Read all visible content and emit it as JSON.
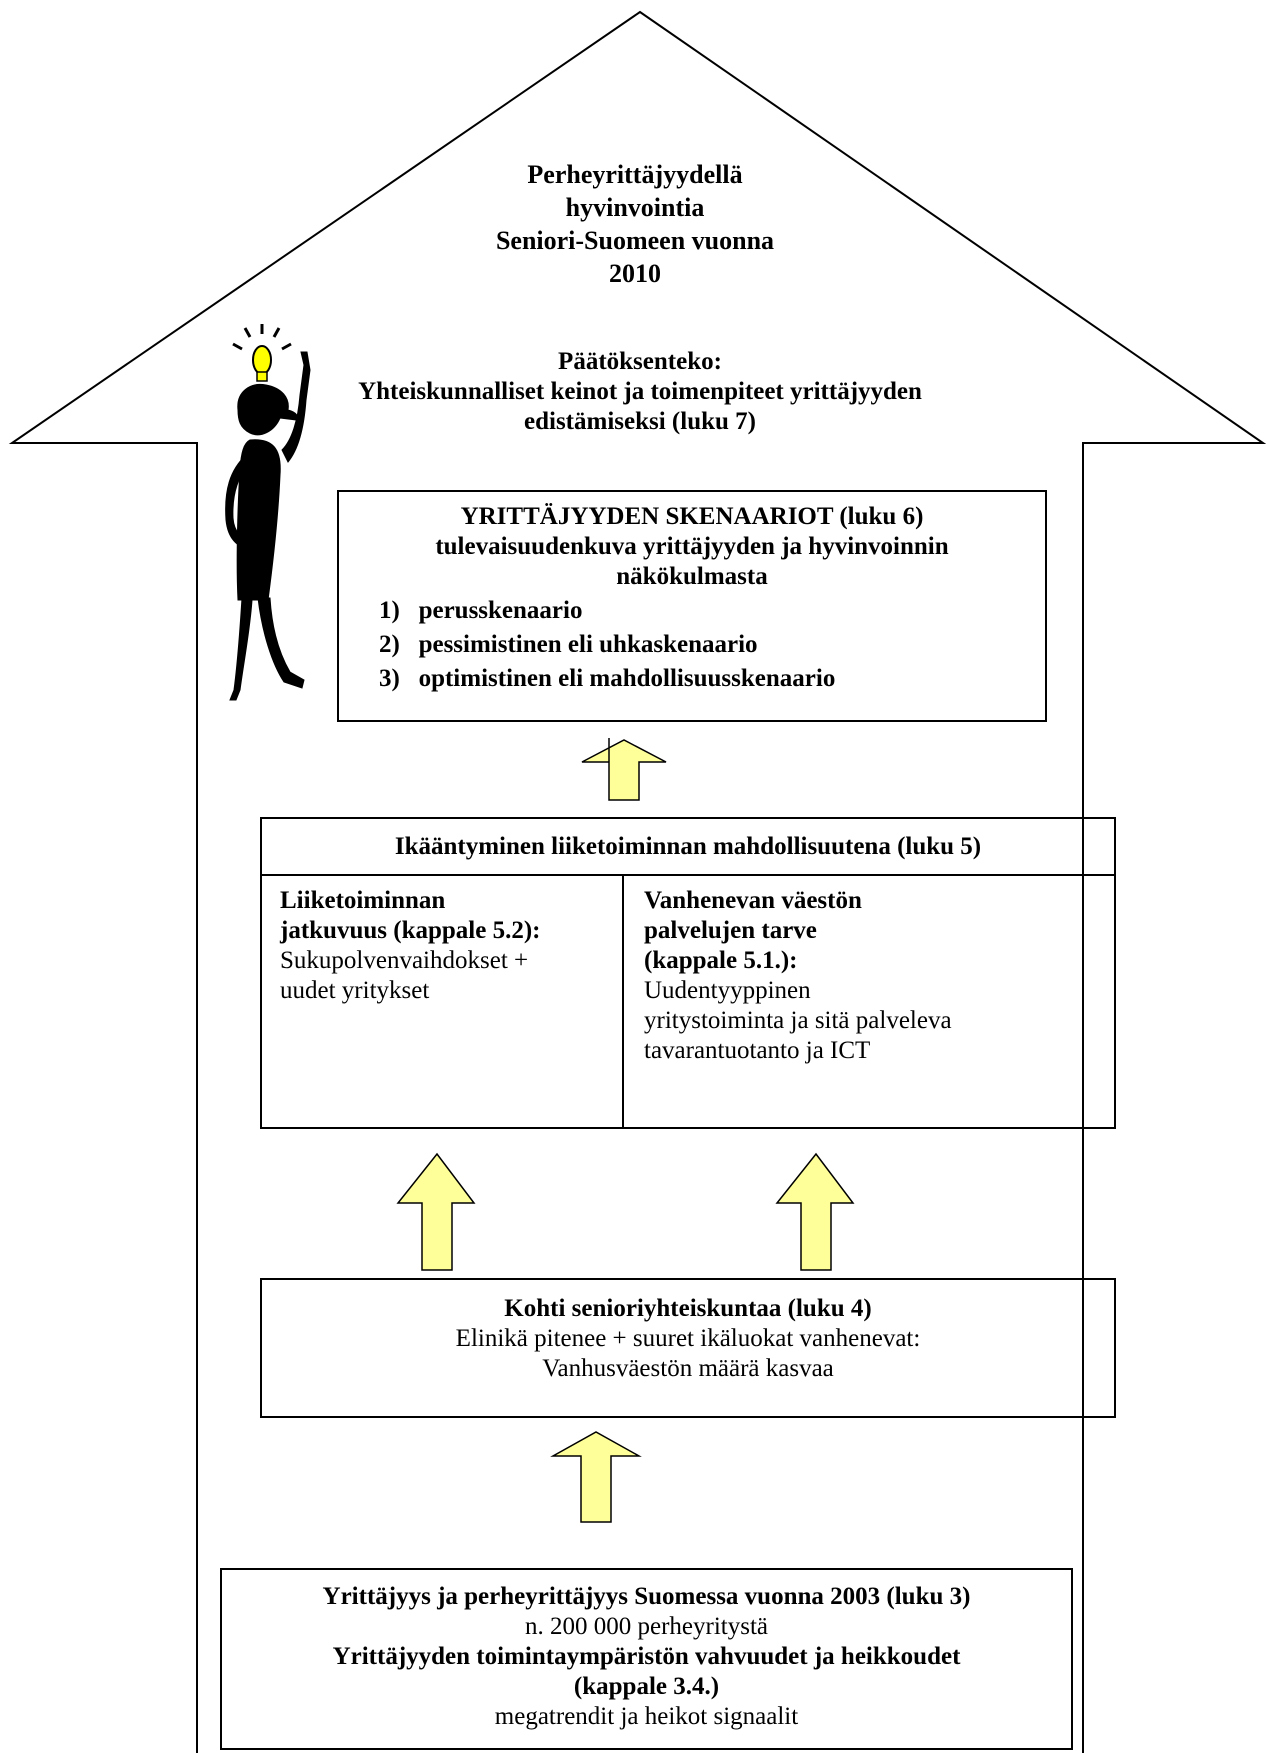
{
  "title": {
    "line1": "Perheyrittäjyydellä",
    "line2": "hyvinvointia",
    "line3": "Seniori-Suomeen vuonna",
    "line4": "2010"
  },
  "decision": {
    "line1": "Päätöksenteko:",
    "line2": "Yhteiskunnalliset keinot ja toimenpiteet yrittäjyyden",
    "line3": "edistämiseksi (luku 7)"
  },
  "scenarios": {
    "title": "YRITTÄJYYDEN SKENAARIOT (luku 6)",
    "subtitle1": "tulevaisuudenkuva yrittäjyyden ja hyvinvoinnin",
    "subtitle2": "näkökulmasta",
    "items": [
      "1)   perusskenaario",
      "2)   pessimistinen eli uhkaskenaario",
      "3)   optimistinen eli mahdollisuusskenaario"
    ]
  },
  "aging": {
    "title": "Ikääntyminen liiketoiminnan mahdollisuutena (luku 5)",
    "left": {
      "bold1": "Liiketoiminnan",
      "bold2": "jatkuvuus (kappale 5.2):",
      "text1": "Sukupolvenvaihdokset +",
      "text2": "uudet yritykset"
    },
    "right": {
      "bold1": "Vanhenevan väestön",
      "bold2": "palvelujen tarve",
      "bold3": "(kappale 5.1.):",
      "text1": "Uudentyyppinen",
      "text2": "yritystoiminta ja sitä palveleva",
      "text3": "tavarantuotanto ja ICT"
    }
  },
  "senior": {
    "title": "Kohti senioriyhteiskuntaa (luku 4)",
    "text1": "Elinikä pitenee + suuret ikäluokat vanhenevat:",
    "text2": "Vanhusväestön määrä kasvaa"
  },
  "base": {
    "title": "Yrittäjyys ja perheyrittäjyys Suomessa vuonna 2003 (luku 3)",
    "text1": "n. 200 000 perheyritystä",
    "bold2": "Yrittäjyyden toimintaympäristön vahvuudet ja heikkoudet",
    "bold3": "(kappale 3.4.)",
    "text2": "megatrendit ja heikot signaalit"
  },
  "colors": {
    "arrow_fill": "#ffff99",
    "bulb_fill": "#ffff00",
    "line": "#000000"
  },
  "icons": [
    "lightbulb-icon",
    "thinking-person-icon",
    "up-arrow-icon"
  ]
}
